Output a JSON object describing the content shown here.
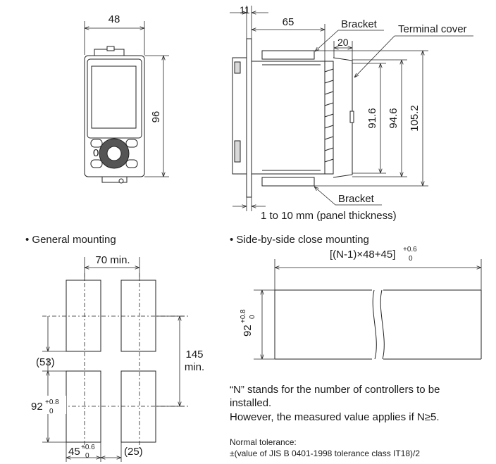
{
  "front_view": {
    "width": "48",
    "height": "96",
    "key_label": "0"
  },
  "side_view": {
    "panel_dim": "11",
    "depth": "65",
    "bracket_top": "Bracket",
    "terminal_cover": "Terminal cover",
    "cover_depth": "20",
    "h1": "91.6",
    "h2": "94.6",
    "h3": "105.2",
    "bracket_bottom": "Bracket",
    "panel_thickness": "1 to 10 mm (panel thickness)"
  },
  "general_mounting": {
    "title": "• General mounting",
    "spacing": "70 min.",
    "vertical_spacing": "145",
    "vertical_spacing_suffix": "min.",
    "offset": "(53)",
    "cutout_h": "92",
    "cutout_h_tol_upper": "+0.8",
    "cutout_h_tol_lower": "0",
    "cutout_w": "45",
    "cutout_w_tol_upper": "+0.6",
    "cutout_w_tol_lower": "0",
    "gap": "(25)"
  },
  "side_by_side": {
    "title": "• Side-by-side close mounting",
    "formula": "[(N-1)×48+45]",
    "formula_tol_upper": "+0.6",
    "formula_tol_lower": "0",
    "height": "92",
    "height_tol_upper": "+0.8",
    "height_tol_lower": "0"
  },
  "notes": {
    "line1": "“N” stands for the number of controllers to be",
    "line2": "installed.",
    "line3": "However, the measured value applies if N≥5.",
    "tol_title": "Normal tolerance:",
    "tol_text": "±(value of JIS B 0401-1998 tolerance class IT18)/2"
  }
}
